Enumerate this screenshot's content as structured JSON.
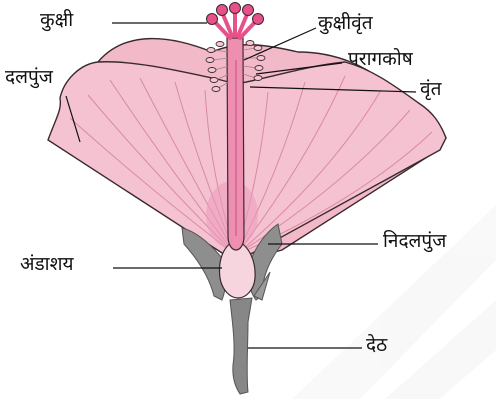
{
  "diagram": {
    "labels": {
      "stigma": "कुक्षी",
      "petals": "दलपुंज",
      "style": "कुक्षीवृंत",
      "anther": "परागकोष",
      "filament": "वृंत",
      "ovary": "अंडाशय",
      "sepals": "निदलपुंज",
      "stalk": "देठ"
    },
    "colors": {
      "petal_fill": "#f4c2d0",
      "petal_stroke": "#3a2a2e",
      "petal_vein": "#d98aa2",
      "style": "#ee8fb1",
      "stigma": "#e8508a",
      "sepal": "#8e8e8e",
      "stalk": "#878787",
      "leader": "#111111"
    }
  }
}
